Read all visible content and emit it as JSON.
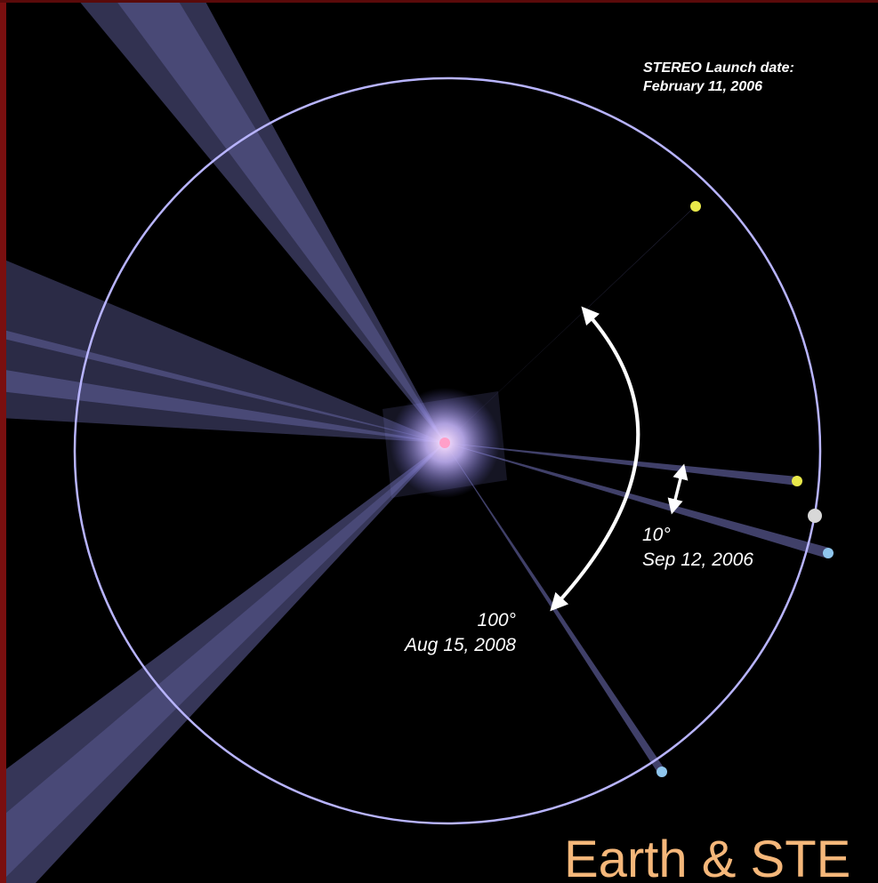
{
  "launch": {
    "line1": "STEREO Launch date:",
    "line2": "February 11, 2006"
  },
  "separation_small": {
    "angle": "10°",
    "date": "Sep 12, 2006"
  },
  "separation_large": {
    "angle": "100°",
    "date": "Aug 15, 2008"
  },
  "caption": {
    "title": "Earth & STE"
  },
  "colors": {
    "background": "#000000",
    "orbit": "#b8b4ff",
    "beam": "#8f8ee8",
    "stereo_ahead": "#e8e84a",
    "stereo_behind": "#8fc6ee",
    "earth": "#d8d8d8",
    "caption": "#f5b77a",
    "frame": "#7a0f0f"
  }
}
